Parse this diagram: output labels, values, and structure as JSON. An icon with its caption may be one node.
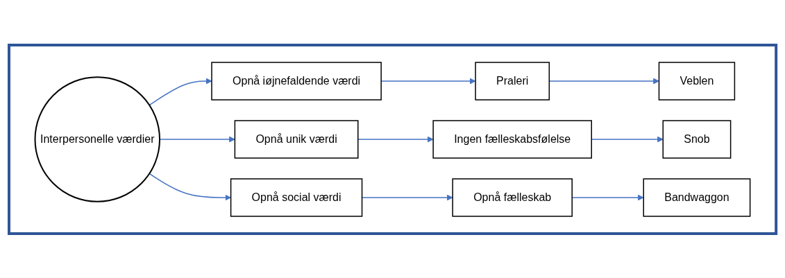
{
  "diagram": {
    "nodes": [
      {
        "text": [],
        "shape": "box"
      },
      {
        "text": [
          "Interpersonelle værdier"
        ],
        "in": 0
      },
      {
        "text": [
          "Opnå iøjnefaldende værdi"
        ],
        "in": 0
      },
      {
        "text": [
          "Praleri"
        ],
        "in": 0
      },
      {
        "text": [
          "Veblen"
        ],
        "in": 0
      },
      {
        "text": [
          "Opnå unik værdi"
        ],
        "in": 0
      },
      {
        "text": [
          "Ingen fælleskabsfølelse"
        ],
        "in": 0
      },
      {
        "text": [
          "Snob"
        ],
        "in": 0
      },
      {
        "text": [
          "Opnå social værdi"
        ],
        "in": 0
      },
      {
        "text": [
          "Opnå fælleskab"
        ],
        "in": 0
      },
      {
        "text": [
          "Bandwaggon"
        ],
        "in": 0
      }
    ],
    "edges": [
      {
        "from": 1,
        "to": 2,
        "arrow": "to"
      },
      {
        "from": 2,
        "to": 3,
        "arrow": "to"
      },
      {
        "from": 3,
        "to": 4,
        "arrow": "to"
      },
      {
        "from": 1,
        "to": 5,
        "arrow": "to"
      },
      {
        "from": 5,
        "to": 6,
        "arrow": "to"
      },
      {
        "from": 6,
        "to": 7,
        "arrow": "to"
      },
      {
        "from": 1,
        "to": 8,
        "arrow": "to"
      },
      {
        "from": 8,
        "to": 9,
        "arrow": "to"
      },
      {
        "from": 9,
        "to": 10,
        "arrow": "to"
      }
    ]
  }
}
